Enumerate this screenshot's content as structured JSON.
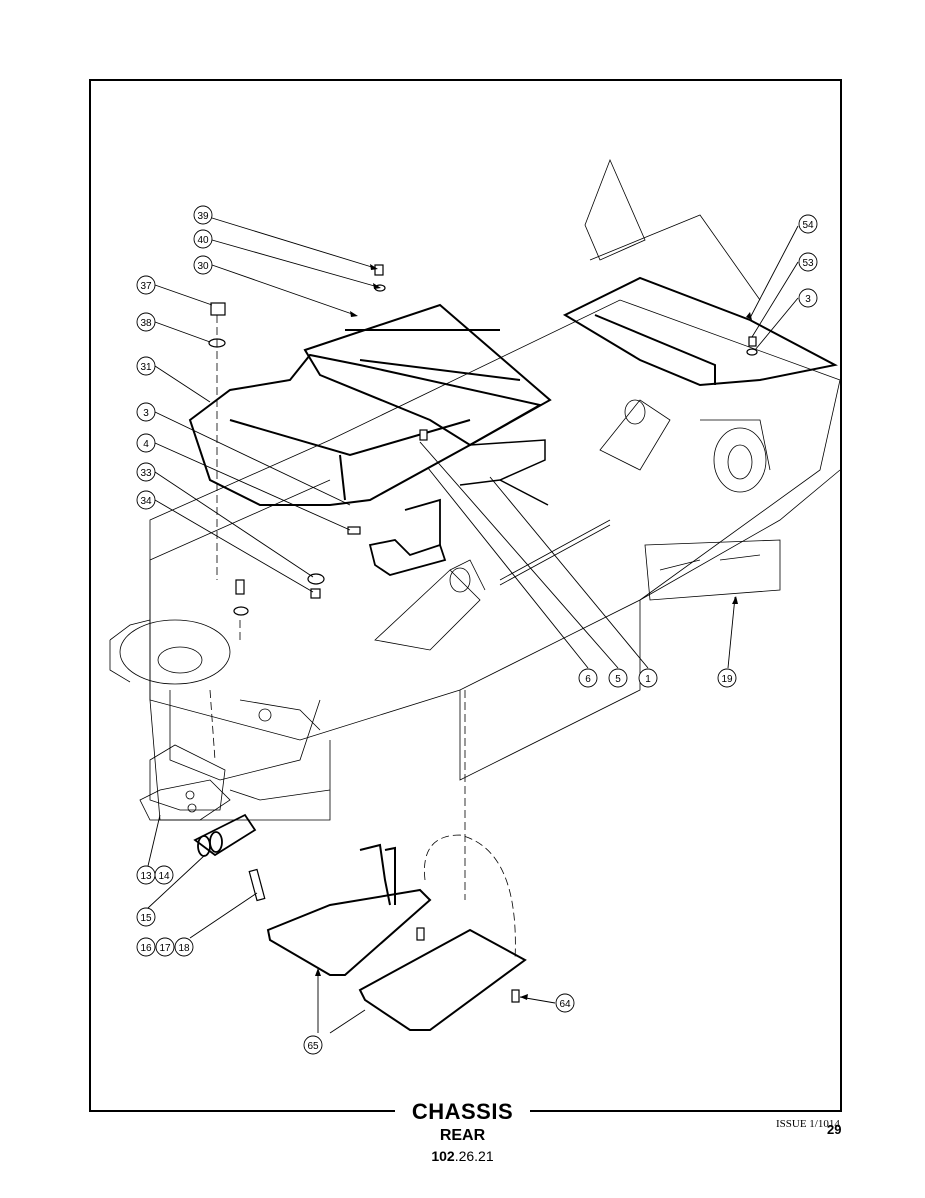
{
  "title": "CHASSIS",
  "subtitle": "REAR",
  "part_code": {
    "bold": "102",
    "rest": ".26.21"
  },
  "issue": "ISSUE 1/1014",
  "page_number": "29",
  "callouts": [
    "39",
    "40",
    "30",
    "37",
    "38",
    "31",
    "3",
    "4",
    "33",
    "34",
    "54",
    "53",
    "3",
    "6",
    "5",
    "1",
    "19",
    "13",
    "14",
    "15",
    "16",
    "17",
    "18",
    "64",
    "65"
  ]
}
